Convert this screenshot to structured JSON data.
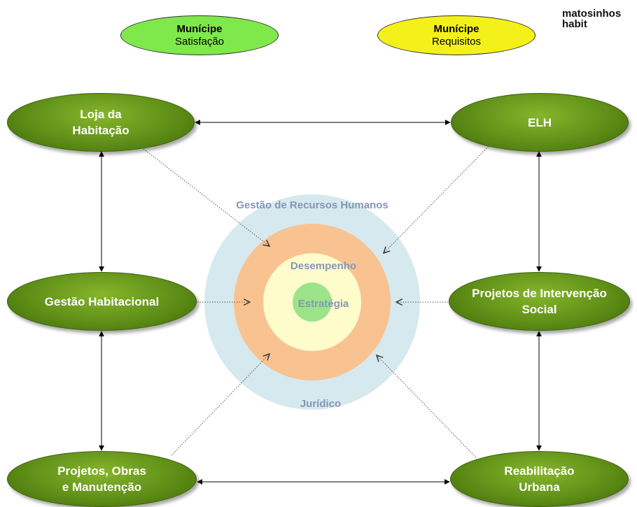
{
  "logo": {
    "line1": "matosinhos",
    "line2": "habit"
  },
  "top": {
    "satisfaction": {
      "title": "Munícipe",
      "subtitle": "Satisfação",
      "color": "#7fe84b"
    },
    "requirements": {
      "title": "Munícipe",
      "subtitle": "Requisitos",
      "color": "#f4f11a"
    }
  },
  "nodes": {
    "loja": {
      "line1": "Loja da",
      "line2": "Habitação"
    },
    "elh": {
      "line1": "ELH"
    },
    "gestao_habitacional": {
      "line1": "Gestão Habitacional"
    },
    "projetos_intervencao": {
      "line1": "Projetos de Intervenção",
      "line2": "Social"
    },
    "projetos_obras": {
      "line1": "Projetos, Obras",
      "line2": "e Manutenção"
    },
    "reabilitacao": {
      "line1": "Reabilitação",
      "line2": "Urbana"
    }
  },
  "rings": {
    "outer": {
      "label": "Gestão de Recursos Humanos",
      "bottom_label": "Jurídico",
      "color": "#d6e9ee"
    },
    "orange": {
      "color": "#f9c391"
    },
    "yellow": {
      "label": "Desempenho",
      "color": "#fffccc"
    },
    "core": {
      "label": "Estratégia",
      "color": "#9ce38a"
    }
  },
  "colors": {
    "node_green": "#5f8f17",
    "label_text": "#8596b8"
  }
}
